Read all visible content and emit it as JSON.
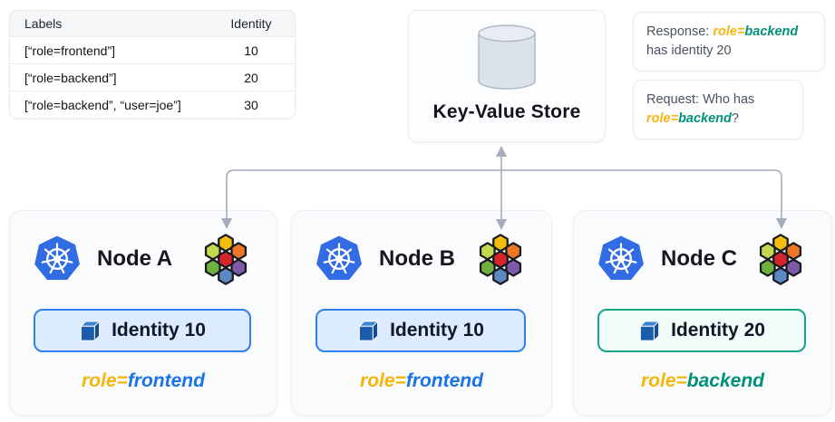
{
  "colors": {
    "role_key_gold": "#F5B50A",
    "frontend_blue": "#1A73E8",
    "backend_teal": "#00917B",
    "badge_blue_border": "#2F80ED",
    "badge_blue_bg": "#DCEBFD",
    "badge_teal_border": "#14A38B",
    "badge_teal_bg": "#F0FDF9",
    "kubernetes_blue": "#326CE5",
    "arrow_gray": "#A4ADBB"
  },
  "identity_table": {
    "headers": {
      "labels": "Labels",
      "identity": "Identity"
    },
    "rows": [
      {
        "labels": "[“role=frontend”]",
        "identity": "10"
      },
      {
        "labels": "[“role=backend”]",
        "identity": "20"
      },
      {
        "labels": "[“role=backend”, “user=joe”]",
        "identity": "30"
      }
    ]
  },
  "kv_store": {
    "title": "Key-Value Store",
    "icon": "database-cylinder-icon"
  },
  "messages": {
    "response": {
      "prefix": "Response: ",
      "role_key": "role=",
      "role_value": "backend",
      "line2": "has identity 20"
    },
    "request": {
      "line1": "Request: Who has",
      "role_key": "role=",
      "role_value": "backend",
      "suffix": "?"
    }
  },
  "nodes": [
    {
      "name": "Node A",
      "identity_badge": "Identity 10",
      "role_key": "role=",
      "role_value": "frontend",
      "theme": "blue"
    },
    {
      "name": "Node B",
      "identity_badge": "Identity 10",
      "role_key": "role=",
      "role_value": "frontend",
      "theme": "blue"
    },
    {
      "name": "Node C",
      "identity_badge": "Identity 20",
      "role_key": "role=",
      "role_value": "backend",
      "theme": "teal"
    }
  ]
}
